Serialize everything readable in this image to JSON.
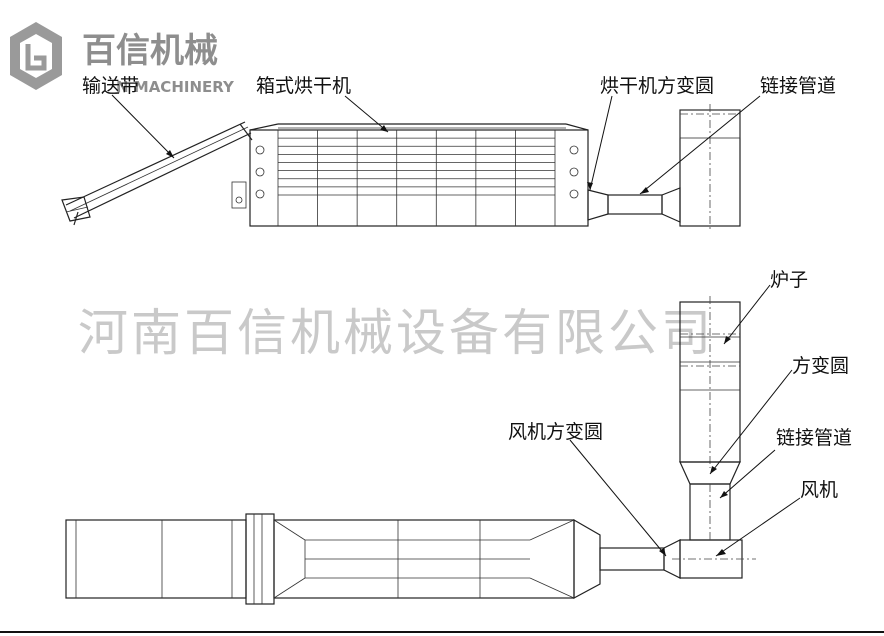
{
  "logo": {
    "name_cn": "百信机械",
    "name_en": "N MACHINERY"
  },
  "watermark": "河南百信机械设备有限公司",
  "labels": {
    "conveyor": "输送带",
    "box_dryer": "箱式烘干机",
    "dryer_transition": "烘干机方变圆",
    "connecting_pipe_top": "链接管道",
    "furnace": "炉子",
    "transition": "方变圆",
    "fan_transition": "风机方变圆",
    "connecting_pipe_bottom": "链接管道",
    "fan": "风机"
  },
  "colors": {
    "line": "#222222",
    "watermark": "#c9c9c9",
    "logo": "#8e8e8e",
    "background": "#ffffff"
  }
}
